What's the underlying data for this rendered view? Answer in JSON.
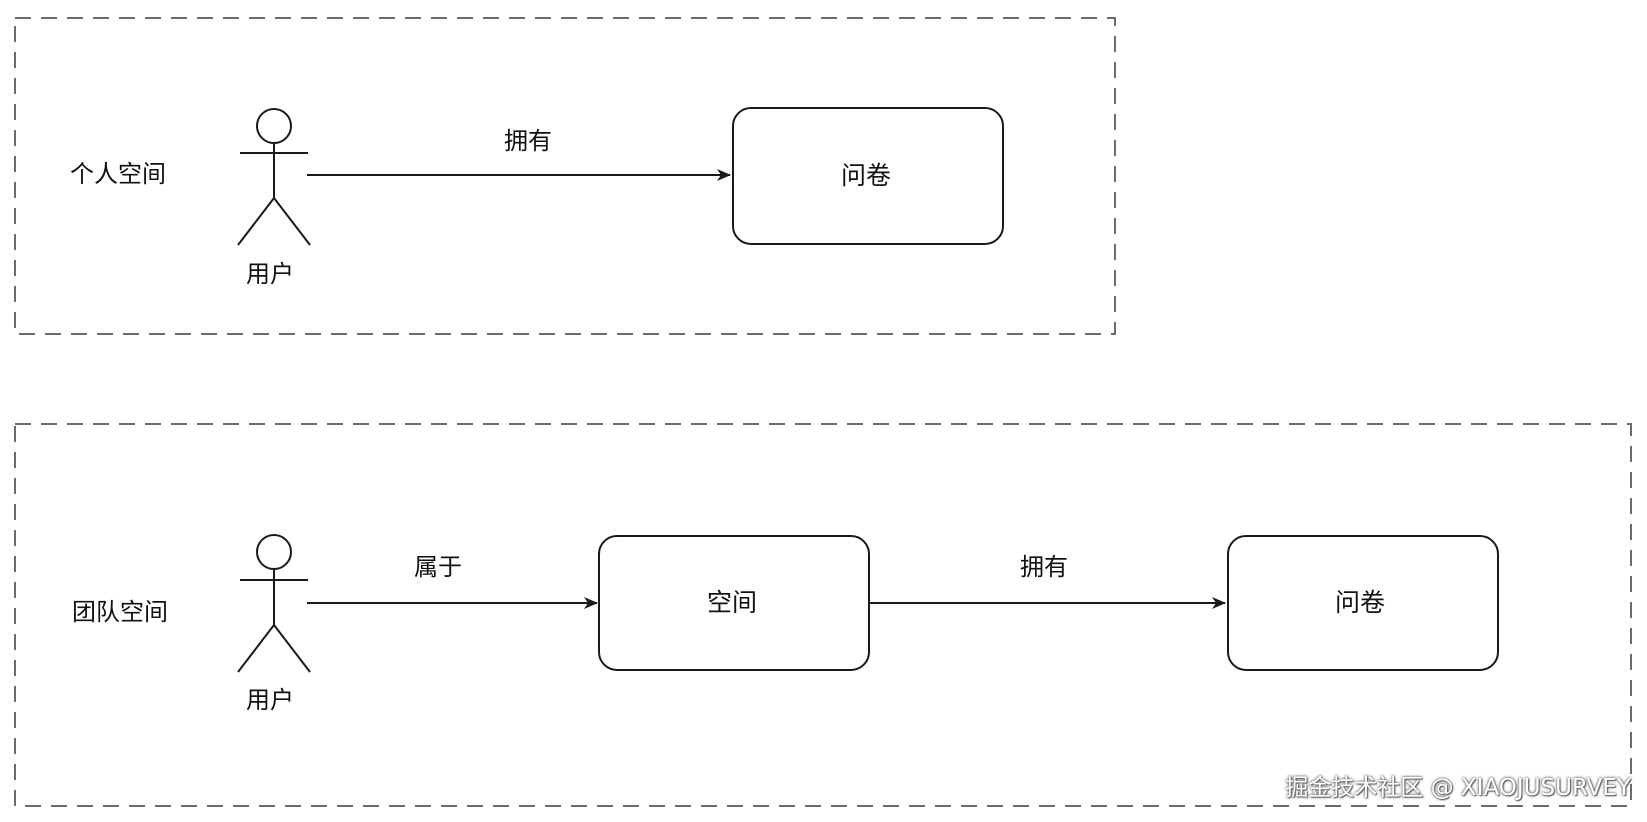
{
  "colors": {
    "stroke": "#1a1a1a",
    "dashed_border": "#6b6b6b",
    "text": "#111111",
    "background": "#ffffff"
  },
  "personal_space": {
    "section_label": "个人空间",
    "actor_label": "用户",
    "edge_label": "拥有",
    "node_label": "问卷"
  },
  "team_space": {
    "section_label": "团队空间",
    "actor_label": "用户",
    "edge1_label": "属于",
    "node1_label": "空间",
    "edge2_label": "拥有",
    "node2_label": "问卷"
  },
  "watermark": "掘金技术社区 @ XIAOJUSURVEY"
}
